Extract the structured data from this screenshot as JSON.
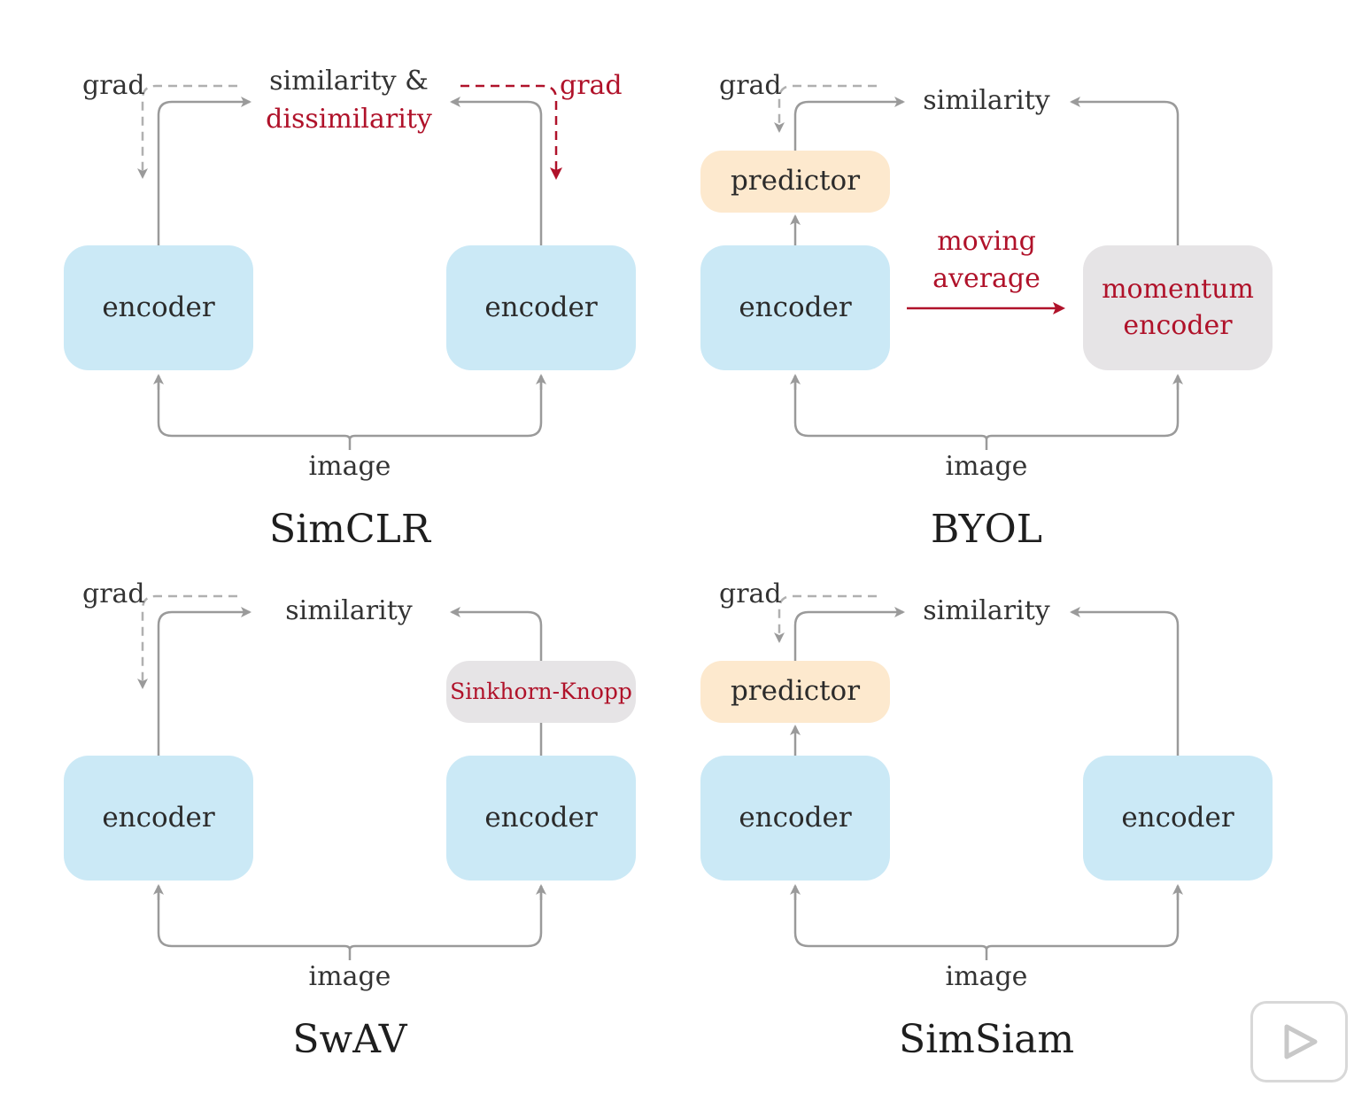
{
  "colors": {
    "encoder_fill": "#cbe9f6",
    "predictor_fill": "#fde9ce",
    "special_fill": "#e6e4e6",
    "accent_red": "#b0122a",
    "arrow_gray": "#9a9a9a"
  },
  "simclr": {
    "title": "SimCLR",
    "grad_left": "grad",
    "similarity": "similarity &",
    "dissimilarity": "dissimilarity",
    "grad_right": "grad",
    "encoder_left": "encoder",
    "encoder_right": "encoder",
    "image": "image"
  },
  "byol": {
    "title": "BYOL",
    "grad": "grad",
    "similarity": "similarity",
    "predictor": "predictor",
    "encoder": "encoder",
    "moving": "moving",
    "average": "average",
    "momentum": "momentum",
    "momentum_encoder": "encoder",
    "image": "image"
  },
  "swav": {
    "title": "SwAV",
    "grad": "grad",
    "similarity": "similarity",
    "sinkhorn": "Sinkhorn-Knopp",
    "encoder_left": "encoder",
    "encoder_right": "encoder",
    "image": "image"
  },
  "simsiam": {
    "title": "SimSiam",
    "grad": "grad",
    "similarity": "similarity",
    "predictor": "predictor",
    "encoder_left": "encoder",
    "encoder_right": "encoder",
    "image": "image"
  },
  "icons": [
    "play-icon"
  ]
}
